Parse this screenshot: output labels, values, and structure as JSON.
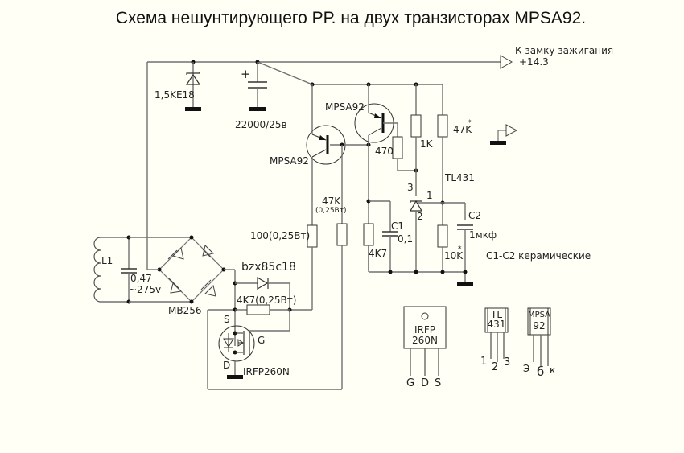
{
  "title": "Схема нешунтирующего РР.  на двух транзисторах MPSA92.",
  "output": {
    "label": "К замку зажигания",
    "voltage": "+14.3"
  },
  "components": {
    "tvs": "1,5KE18",
    "cap_main": "22000/25в",
    "cap_plus": "+",
    "q1": "MPSA92",
    "q2": "MPSA92",
    "r_470": "470",
    "r_1k": "1K",
    "r_47k_star": "47K",
    "star": "*",
    "tl431": "TL431",
    "r_47k": "47K",
    "r_47k_power": "(0,25Вт)",
    "r_100": "100(0,25Вт)",
    "r_4k7": "4K7",
    "c1": "C1",
    "c1_val": "0,1",
    "tl_pin3": "3",
    "tl_pin1": "1",
    "tl_pin2": "2",
    "r_10k": "10K",
    "c2": "C2",
    "c2_val": "1мкф",
    "ceramic_note": "C1-C2 керамические",
    "l1": "L1",
    "c_047": "0,47",
    "c_047_v": "~275v",
    "bridge": "MB256",
    "zener": "bzx85c18",
    "r_gate": "4K7(0,25Вт)",
    "mos_s": "S",
    "mos_g": "G",
    "mos_d": "D",
    "mosfet": "IRFP260N"
  },
  "pinouts": {
    "irfp": {
      "line1": "IRFP",
      "line2": "260N",
      "pins": [
        "G",
        "D",
        "S"
      ]
    },
    "tl431": {
      "line1": "TL",
      "line2": "431",
      "pins": [
        "1",
        "2",
        "3"
      ]
    },
    "mpsa": {
      "line1": "MPSA",
      "line2": "92",
      "pins": [
        "Э",
        "б",
        "к"
      ]
    }
  }
}
